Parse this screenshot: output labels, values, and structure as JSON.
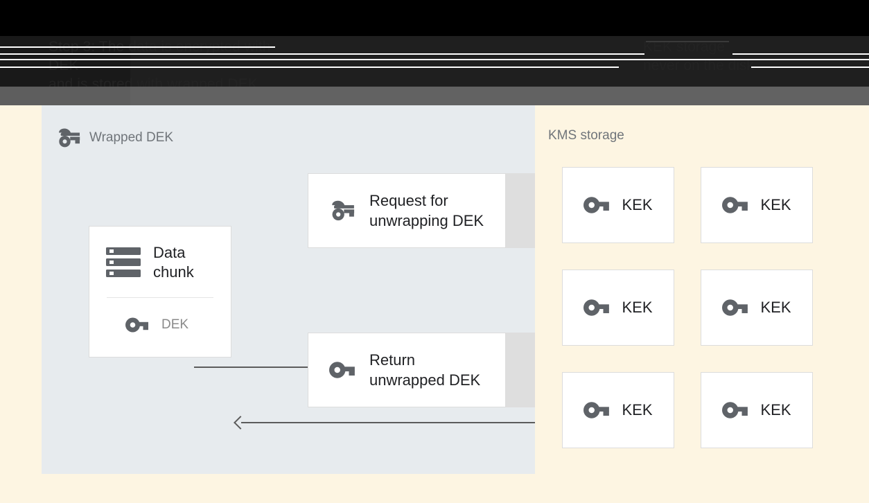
{
  "header": {
    "title_left": "Step 3: The data is encrypted with DEK\nand is stored with wrapped DEK",
    "title_right": "KEK storage\nnever on the disk",
    "background_black": "#000000",
    "background_dark": "#1f1f1f",
    "background_gray": "#626262"
  },
  "colors": {
    "page_background": "#fdf5e2",
    "left_panel": "#e7ebee",
    "card_background": "#ffffff",
    "card_border": "#dcdcdc",
    "backing_block": "#dedede",
    "icon": "#5f6368",
    "arrow": "#5b5b5b",
    "muted_text": "#70757a",
    "primary_text": "#202124"
  },
  "left_panel": {
    "label": "Wrapped DEK",
    "icon": "wrapped-key-icon",
    "data_chunk_card": {
      "icon": "storage-icon",
      "title": "Data\nchunk",
      "key_icon": "key-icon",
      "key_label": "DEK"
    },
    "messages": [
      {
        "icon": "wrapped-key-icon",
        "text": "Request for\nunwrapping DEK"
      },
      {
        "icon": "key-icon",
        "text": "Return\nunwrapped DEK"
      }
    ],
    "arrows": [
      {
        "name": "request-arrow",
        "direction": "right"
      },
      {
        "name": "return-arrow",
        "direction": "left"
      }
    ]
  },
  "kms_storage": {
    "label": "KMS storage",
    "keys": [
      {
        "icon": "key-icon",
        "label": "KEK"
      },
      {
        "icon": "key-icon",
        "label": "KEK"
      },
      {
        "icon": "key-icon",
        "label": "KEK"
      },
      {
        "icon": "key-icon",
        "label": "KEK"
      },
      {
        "icon": "key-icon",
        "label": "KEK"
      },
      {
        "icon": "key-icon",
        "label": "KEK"
      }
    ]
  }
}
